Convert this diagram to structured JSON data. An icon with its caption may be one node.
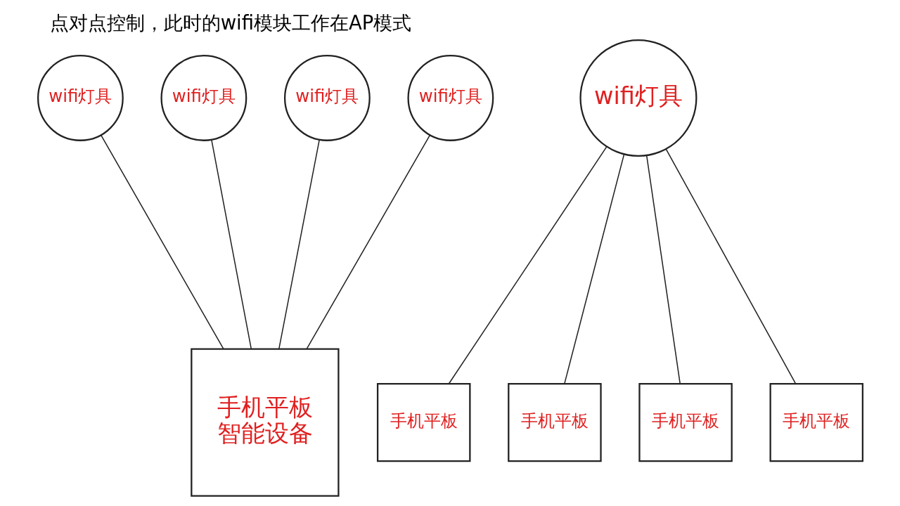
{
  "diagram": {
    "title": "点对点控制，此时的wifi模块工作在AP模式",
    "nodes": [
      {
        "text": [
          "wifi灯具"
        ]
      },
      {
        "text": [
          "wifi灯具"
        ]
      },
      {
        "text": [
          "wifi灯具"
        ]
      },
      {
        "text": [
          "wifi灯具"
        ]
      },
      {
        "text": [
          "手机平板",
          "智能设备"
        ]
      },
      {
        "text": [
          "wifi灯具"
        ]
      },
      {
        "text": [
          "手机平板"
        ]
      },
      {
        "text": [
          "手机平板"
        ]
      },
      {
        "text": [
          "手机平板"
        ]
      },
      {
        "text": [
          "手机平板"
        ]
      }
    ],
    "edges": [
      {
        "from": 0,
        "to": 4,
        "arrow": "none"
      },
      {
        "from": 1,
        "to": 4,
        "arrow": "none"
      },
      {
        "from": 2,
        "to": 4,
        "arrow": "none"
      },
      {
        "from": 3,
        "to": 4,
        "arrow": "none"
      },
      {
        "from": 5,
        "to": 6,
        "arrow": "none"
      },
      {
        "from": 5,
        "to": 7,
        "arrow": "none"
      },
      {
        "from": 5,
        "to": 8,
        "arrow": "none"
      },
      {
        "from": 5,
        "to": 9,
        "arrow": "none"
      }
    ]
  }
}
